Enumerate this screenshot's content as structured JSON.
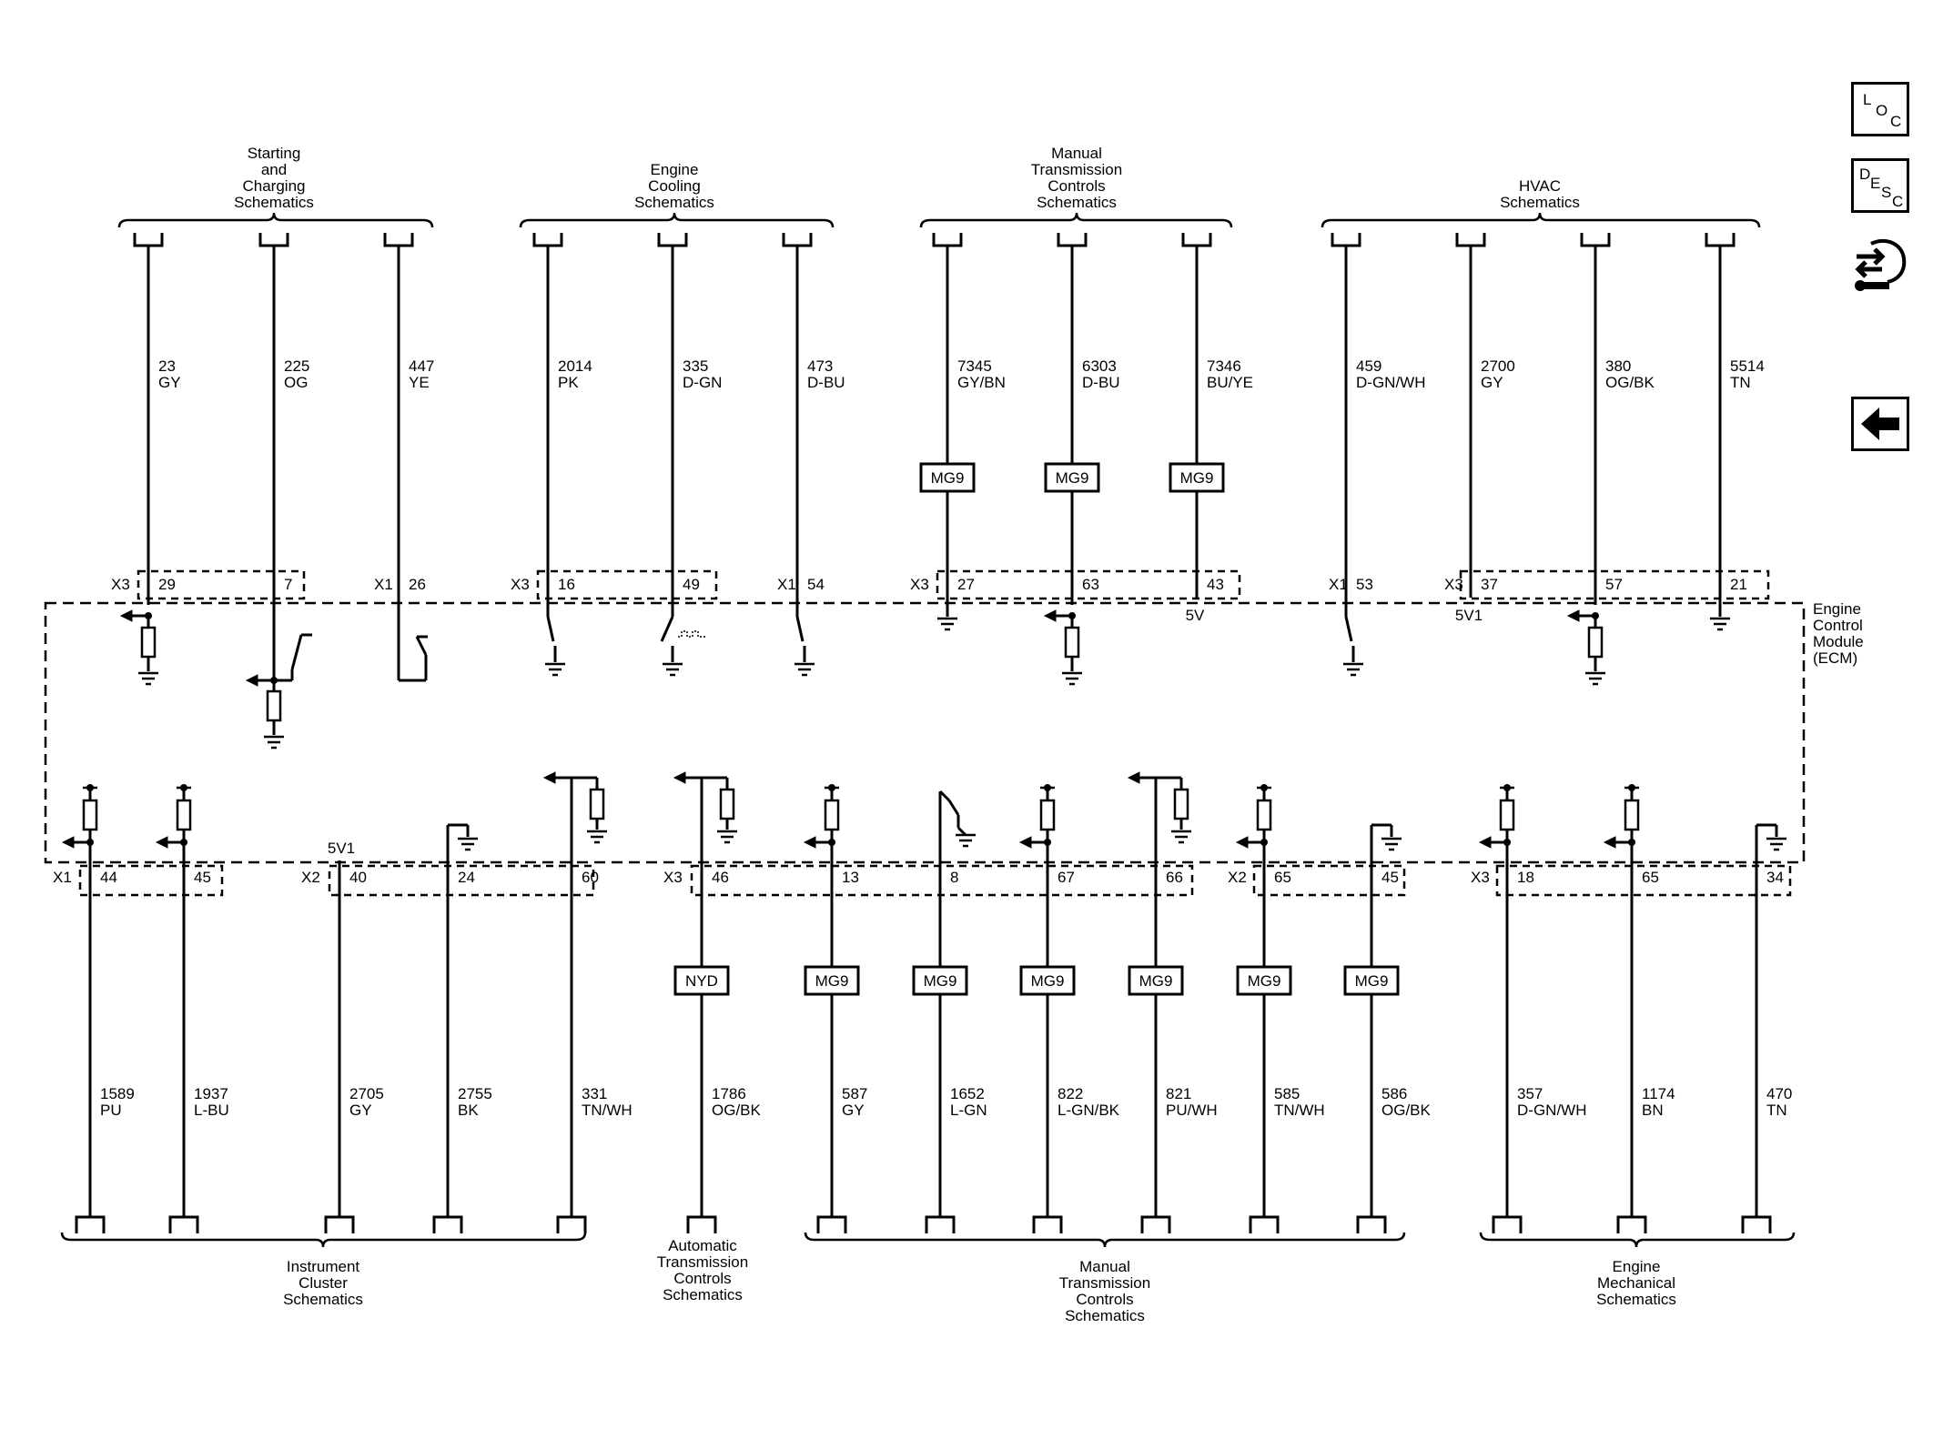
{
  "module": {
    "name_lines": [
      "Engine",
      "Control",
      "Module",
      "(ECM)"
    ]
  },
  "nav": {
    "loc": {
      "c1": "L",
      "c2": "O",
      "c3": "C"
    },
    "desc": {
      "c1": "D",
      "c2": "E",
      "c3": "S",
      "c4": "C"
    }
  },
  "top_groups": [
    {
      "lines": [
        "Starting",
        "and",
        "Charging",
        "Schematics"
      ]
    },
    {
      "lines": [
        "Engine",
        "Cooling",
        "Schematics"
      ]
    },
    {
      "lines": [
        "Manual",
        "Transmission",
        "Controls",
        "Schematics"
      ]
    },
    {
      "lines": [
        "HVAC",
        "Schematics"
      ]
    }
  ],
  "bottom_groups": [
    {
      "lines": [
        "Instrument",
        "Cluster",
        "Schematics"
      ]
    },
    {
      "lines": [
        "Automatic",
        "Transmission",
        "Controls",
        "Schematics"
      ]
    },
    {
      "lines": [
        "Manual",
        "Transmission",
        "Controls",
        "Schematics"
      ]
    },
    {
      "lines": [
        "Engine",
        "Mechanical",
        "Schematics"
      ]
    }
  ],
  "top_connectors": [
    {
      "name": "X3",
      "pins": [
        "29",
        "7"
      ]
    },
    {
      "name": "X1",
      "pins": [
        "26"
      ]
    },
    {
      "name": "X3",
      "pins": [
        "16",
        "49"
      ]
    },
    {
      "name": "X1",
      "pins": [
        "54"
      ]
    },
    {
      "name": "X3",
      "pins": [
        "27",
        "63",
        "43"
      ]
    },
    {
      "name": "X1",
      "pins": [
        "53"
      ]
    },
    {
      "name": "X3",
      "pins": [
        "37",
        "57",
        "21"
      ]
    }
  ],
  "bottom_connectors": [
    {
      "name": "X1",
      "pins": [
        "44",
        "45"
      ]
    },
    {
      "name": "X2",
      "pins": [
        "40",
        "24",
        "60"
      ]
    },
    {
      "name": "X3",
      "pins": [
        "46",
        "13",
        "8",
        "67",
        "66"
      ]
    },
    {
      "name": "X2",
      "pins": [
        "65",
        "45"
      ]
    },
    {
      "name": "X3",
      "pins": [
        "18",
        "65",
        "34"
      ]
    }
  ],
  "top_circuits": [
    {
      "num": "23",
      "color": "GY",
      "interface": "pullup"
    },
    {
      "num": "225",
      "color": "OG",
      "interface": "switch-pullup"
    },
    {
      "num": "447",
      "color": "YE",
      "interface": "switch-loop"
    },
    {
      "num": "2014",
      "color": "PK",
      "interface": "switch-ground"
    },
    {
      "num": "335",
      "color": "D-GN",
      "interface": "pwm-ground"
    },
    {
      "num": "473",
      "color": "D-BU",
      "interface": "switch-ground"
    },
    {
      "num": "7345",
      "color": "GY/BN",
      "inline": "MG9",
      "interface": "ground"
    },
    {
      "num": "6303",
      "color": "D-BU",
      "inline": "MG9",
      "interface": "pullup"
    },
    {
      "num": "7346",
      "color": "BU/YE",
      "inline": "MG9",
      "interface": "ref",
      "ref_label": "5V"
    },
    {
      "num": "459",
      "color": "D-GN/WH",
      "interface": "switch-ground"
    },
    {
      "num": "2700",
      "color": "GY",
      "interface": "ref",
      "ref_label": "5V1"
    },
    {
      "num": "380",
      "color": "OG/BK",
      "interface": "pullup"
    },
    {
      "num": "5514",
      "color": "TN",
      "interface": "ground"
    }
  ],
  "bottom_circuits": [
    {
      "num": "1589",
      "color": "PU",
      "interface": "pullup"
    },
    {
      "num": "1937",
      "color": "L-BU",
      "interface": "pullup"
    },
    {
      "num": "2705",
      "color": "GY",
      "interface": "ref",
      "ref_label": "5V1"
    },
    {
      "num": "2755",
      "color": "BK",
      "interface": "ground"
    },
    {
      "num": "331",
      "color": "TN/WH",
      "interface": "pulldown"
    },
    {
      "num": "1786",
      "color": "OG/BK",
      "inline": "NYD",
      "interface": "pulldown"
    },
    {
      "num": "587",
      "color": "GY",
      "inline": "MG9",
      "interface": "pullup"
    },
    {
      "num": "1652",
      "color": "L-GN",
      "inline": "MG9",
      "interface": "switch"
    },
    {
      "num": "822",
      "color": "L-GN/BK",
      "inline": "MG9",
      "interface": "pullup"
    },
    {
      "num": "821",
      "color": "PU/WH",
      "inline": "MG9",
      "interface": "pulldown"
    },
    {
      "num": "585",
      "color": "TN/WH",
      "inline": "MG9",
      "interface": "pullup"
    },
    {
      "num": "586",
      "color": "OG/BK",
      "inline": "MG9",
      "interface": "ground"
    },
    {
      "num": "357",
      "color": "D-GN/WH",
      "interface": "pullup"
    },
    {
      "num": "1174",
      "color": "BN",
      "interface": "pullup"
    },
    {
      "num": "470",
      "color": "TN",
      "interface": "ground"
    }
  ]
}
